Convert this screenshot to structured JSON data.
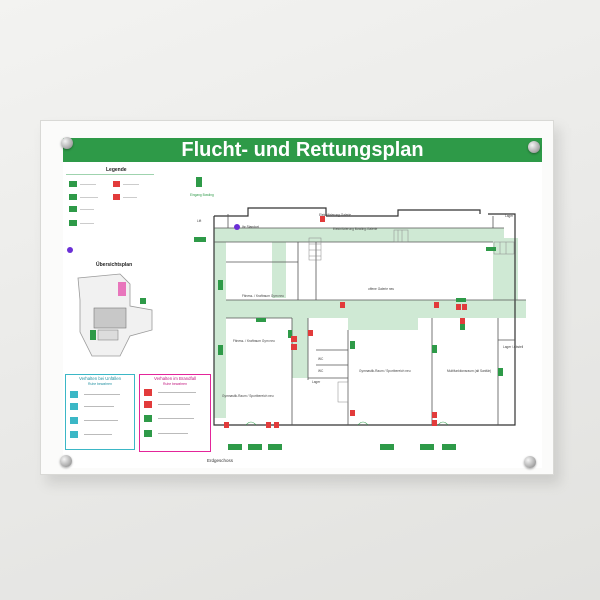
{
  "title": "Flucht- und Rettungsplan",
  "legend": {
    "heading": "Legende",
    "overview_heading": "Übersichtsplan"
  },
  "info_boxes": {
    "accident": {
      "title": "Verhalten bei Unfällen",
      "subtitle": "Ruhe bewahren",
      "color": "#3bb7c6"
    },
    "fire": {
      "title": "Verhalten im Brandfall",
      "subtitle": "Ruhe bewahren",
      "color": "#e3259a"
    }
  },
  "floor_label": "Erdgeschoss",
  "standort_label": "Ihr Standort",
  "rooms": {
    "lift": "Lift",
    "galerie_balkon": "Elektrifizierung Galerie",
    "galerie_bowling": "Elektrifizierung Bowling-Galerie",
    "fitness_gym": "Fitness- / Kraftraum Gym neu",
    "offene_galerie": "offene Galerie neu",
    "fitness_kraft": "Fitness- / Kraftraum Gym neu",
    "gymnastik": "Gymnastik-Raum / Sportbereich neu",
    "gymnastik_raum": "Gymnastik-Raum / Sportbereich neu",
    "multifunktion": "Multifunktionsraum (alt Sanitär)",
    "lager_top": "Lager",
    "lager_abstell": "Lager / Abstell",
    "lager_small": "Lager",
    "wc1": "WC",
    "wc2": "WC",
    "eingang": "Eingang Bowling"
  },
  "colors": {
    "green": "#2e9a48",
    "red": "#e23b3b",
    "magenta": "#e3259a",
    "cyan": "#3bb7c6",
    "corridor": "#cfe9d4",
    "standort": "#6b2fd6"
  }
}
